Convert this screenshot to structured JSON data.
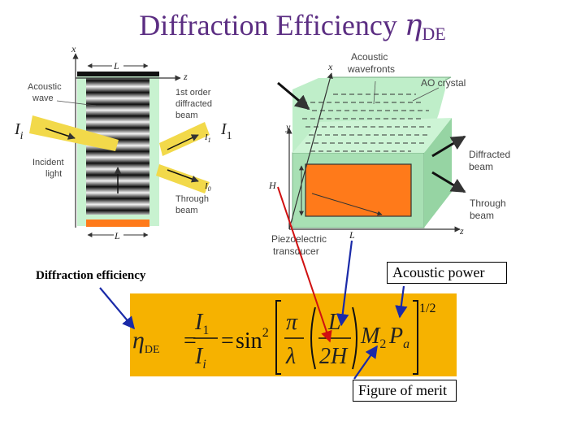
{
  "title": {
    "main": "Diffraction Efficiency ",
    "symbol": "η",
    "subscript": "DE"
  },
  "left_diagram": {
    "axis_x": "x",
    "axis_z": "z",
    "length_top": "L",
    "length_bottom": "L",
    "acoustic_wave": [
      "Acoustic",
      "wave"
    ],
    "first_order": [
      "1st order",
      "diffracted",
      "beam"
    ],
    "incident_light": [
      "Incident",
      "light"
    ],
    "through_beam": [
      "Through",
      "beam"
    ],
    "beam_I1_small": "I",
    "beam_I1_small_sub": "1",
    "beam_I0_small": "I",
    "beam_I0_small_sub": "0",
    "Ii_label": "I",
    "Ii_sub": "i",
    "I1_label": "I",
    "I1_sub": "1"
  },
  "right_diagram": {
    "acoustic_wavefronts": [
      "Acoustic",
      "wavefronts"
    ],
    "ao_crystal": "AO crystal",
    "axis_x": "x",
    "axis_y": "y",
    "axis_z": "z",
    "H": "H",
    "L": "L",
    "diffracted_beam": [
      "Diffracted",
      "beam"
    ],
    "through_beam": [
      "Through",
      "beam"
    ],
    "piezo": [
      "Piezoelectric",
      "transducer"
    ]
  },
  "labels": {
    "diffraction_efficiency": "Diffraction efficiency",
    "acoustic_power": "Acoustic power",
    "figure_of_merit": "Figure of merit"
  },
  "formula": {
    "eta": "η",
    "eta_sub": "DE",
    "I1": "I",
    "I1_sub": "1",
    "Ii": "I",
    "Ii_sub": "i",
    "eq": "=",
    "sin": "sin",
    "sin_pow": "2",
    "pi": "π",
    "lambda": "λ",
    "L": "L",
    "twoH": "2H",
    "M": "M",
    "M_sub": "2",
    "P": "P",
    "P_sub": "a",
    "power": "1/2"
  },
  "colors": {
    "title": "#5b2d82",
    "formula_bg": "#f6b200",
    "crystal_face": "#c8f2d0",
    "transducer": "#ff7a1a",
    "beam": "#f2d94a",
    "pointer_red": "#d01010",
    "pointer_blue": "#1a2aa8"
  }
}
